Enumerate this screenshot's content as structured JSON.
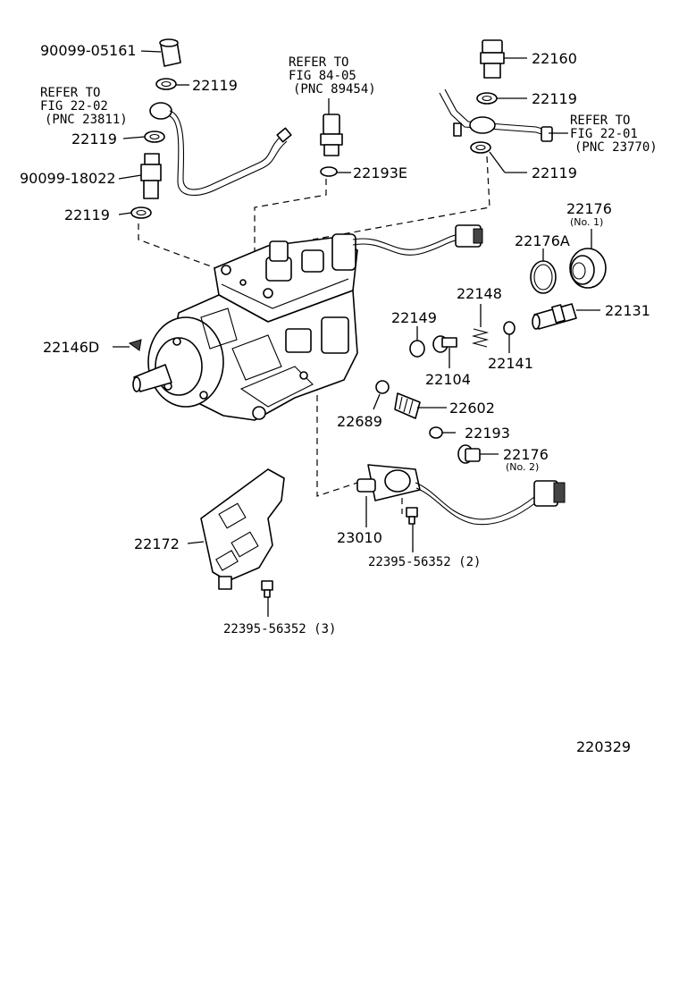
{
  "labels": {
    "p90099_05161": "90099-05161",
    "p22119_a": "22119",
    "refer_a_1": "REFER TO",
    "refer_a_2": "FIG 22-02",
    "refer_a_3": "(PNC 23811)",
    "p22119_b": "22119",
    "p90099_18022": "90099-18022",
    "p22119_c": "22119",
    "refer_b_1": "REFER TO",
    "refer_b_2": "FIG 84-05",
    "refer_b_3": "(PNC 89454)",
    "p22193E": "22193E",
    "p22160": "22160",
    "p22119_d": "22119",
    "refer_c_1": "REFER TO",
    "refer_c_2": "FIG 22-01",
    "refer_c_3": "(PNC 23770)",
    "p22119_e": "22119",
    "p22176_no1": "22176",
    "p22176_no1_sub": "(No. 1)",
    "p22176A": "22176A",
    "p22148": "22148",
    "p22149": "22149",
    "p22131": "22131",
    "p22146D": "22146D",
    "p22104": "22104",
    "p22141": "22141",
    "p22689": "22689",
    "p22602": "22602",
    "p22193": "22193",
    "p22176_no2": "22176",
    "p22176_no2_sub": "(No. 2)",
    "p23010": "23010",
    "p22395_2": "22395-56352 (2)",
    "p22172": "22172",
    "p22395_3": "22395-56352 (3)",
    "diagram_id": "220329"
  }
}
